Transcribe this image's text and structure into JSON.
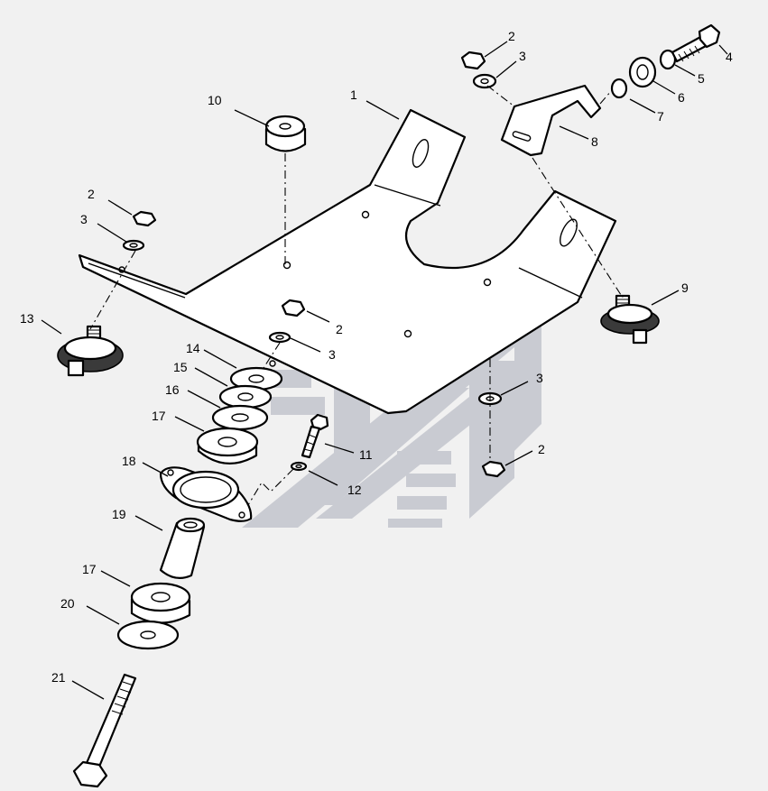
{
  "diagram": {
    "background_color": "#f1f1f1",
    "watermark_color": "#c9cbd2",
    "callouts": [
      {
        "id": "c1",
        "label": "1"
      },
      {
        "id": "c2a",
        "label": "2"
      },
      {
        "id": "c2b",
        "label": "2"
      },
      {
        "id": "c2c",
        "label": "2"
      },
      {
        "id": "c2d",
        "label": "2"
      },
      {
        "id": "c3a",
        "label": "3"
      },
      {
        "id": "c3b",
        "label": "3"
      },
      {
        "id": "c3c",
        "label": "3"
      },
      {
        "id": "c3d",
        "label": "3"
      },
      {
        "id": "c4",
        "label": "4"
      },
      {
        "id": "c5",
        "label": "5"
      },
      {
        "id": "c6",
        "label": "6"
      },
      {
        "id": "c7",
        "label": "7"
      },
      {
        "id": "c8",
        "label": "8"
      },
      {
        "id": "c9",
        "label": "9"
      },
      {
        "id": "c10",
        "label": "10"
      },
      {
        "id": "c11",
        "label": "11"
      },
      {
        "id": "c12",
        "label": "12"
      },
      {
        "id": "c13",
        "label": "13"
      },
      {
        "id": "c14",
        "label": "14"
      },
      {
        "id": "c15",
        "label": "15"
      },
      {
        "id": "c16",
        "label": "16"
      },
      {
        "id": "c17a",
        "label": "17"
      },
      {
        "id": "c17b",
        "label": "17"
      },
      {
        "id": "c18",
        "label": "18"
      },
      {
        "id": "c19",
        "label": "19"
      },
      {
        "id": "c20",
        "label": "20"
      },
      {
        "id": "c21",
        "label": "21"
      }
    ]
  }
}
